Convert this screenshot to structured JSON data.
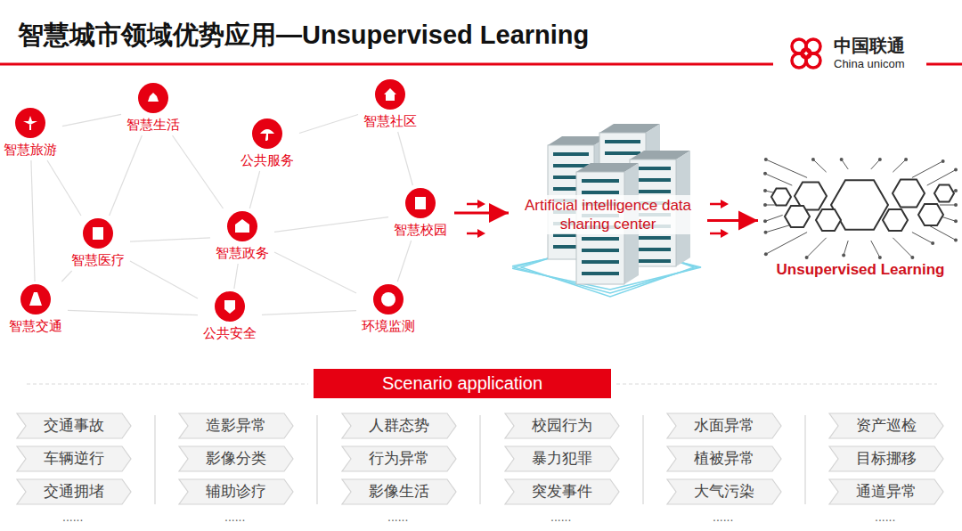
{
  "diagram": {
    "title": "智慧城市领域优势应用—Unsupervised Learning",
    "nodes": [
      {
        "text": [
          "智慧生活"
        ]
      },
      {
        "text": [
          "智慧社区"
        ]
      },
      {
        "text": [
          "智慧旅游"
        ]
      },
      {
        "text": [
          "公共服务"
        ]
      },
      {
        "text": [
          "智慧校园"
        ]
      },
      {
        "text": [
          "智慧医疗"
        ]
      },
      {
        "text": [
          "智慧政务"
        ]
      },
      {
        "text": [
          "智慧交通"
        ]
      },
      {
        "text": [
          "公共安全"
        ]
      },
      {
        "text": [
          "环境监测"
        ]
      },
      {
        "text": [
          "Artificial intelligence data sharing center"
        ]
      },
      {
        "text": [
          "Unsupervised Learning"
        ]
      },
      {
        "text": [
          "Scenario application"
        ]
      },
      {
        "text": [
          "交通事故"
        ]
      },
      {
        "text": [
          "造影异常"
        ]
      },
      {
        "text": [
          "人群态势"
        ]
      },
      {
        "text": [
          "校园行为"
        ]
      },
      {
        "text": [
          "水面异常"
        ]
      },
      {
        "text": [
          "资产巡检"
        ]
      },
      {
        "text": [
          "车辆逆行"
        ]
      },
      {
        "text": [
          "影像分类"
        ]
      },
      {
        "text": [
          "行为异常"
        ]
      },
      {
        "text": [
          "暴力犯罪"
        ]
      },
      {
        "text": [
          "植被异常"
        ]
      },
      {
        "text": [
          "目标挪移"
        ]
      },
      {
        "text": [
          "交通拥堵"
        ]
      },
      {
        "text": [
          "辅助诊疗"
        ]
      },
      {
        "text": [
          "影像生活"
        ]
      },
      {
        "text": [
          "突发事件"
        ]
      },
      {
        "text": [
          "大气污染"
        ]
      },
      {
        "text": [
          "通道异常"
        ]
      }
    ],
    "edges": [
      {
        "from": 2,
        "to": 0,
        "arrow": "none"
      },
      {
        "from": 2,
        "to": 5,
        "arrow": "none"
      },
      {
        "from": 2,
        "to": 7,
        "arrow": "none"
      },
      {
        "from": 0,
        "to": 5,
        "arrow": "none"
      },
      {
        "from": 0,
        "to": 6,
        "arrow": "none"
      },
      {
        "from": 3,
        "to": 1,
        "arrow": "none"
      },
      {
        "from": 3,
        "to": 6,
        "arrow": "none"
      },
      {
        "from": 1,
        "to": 4,
        "arrow": "none"
      },
      {
        "from": 6,
        "to": 4,
        "arrow": "none"
      },
      {
        "from": 6,
        "to": 5,
        "arrow": "none"
      },
      {
        "from": 5,
        "to": 7,
        "arrow": "none"
      },
      {
        "from": 5,
        "to": 8,
        "arrow": "none"
      },
      {
        "from": 6,
        "to": 8,
        "arrow": "none"
      },
      {
        "from": 7,
        "to": 8,
        "arrow": "none"
      },
      {
        "from": 8,
        "to": 9,
        "arrow": "none"
      },
      {
        "from": 4,
        "to": 9,
        "arrow": "none"
      },
      {
        "from": 6,
        "to": 9,
        "arrow": "none"
      },
      {
        "from": 4,
        "to": 10,
        "arrow": "to"
      },
      {
        "from": 10,
        "to": 11,
        "arrow": "to"
      }
    ],
    "labels": [
      "中国联通",
      "China unicom",
      "......",
      "......",
      "......",
      "......",
      "......",
      "......"
    ]
  }
}
